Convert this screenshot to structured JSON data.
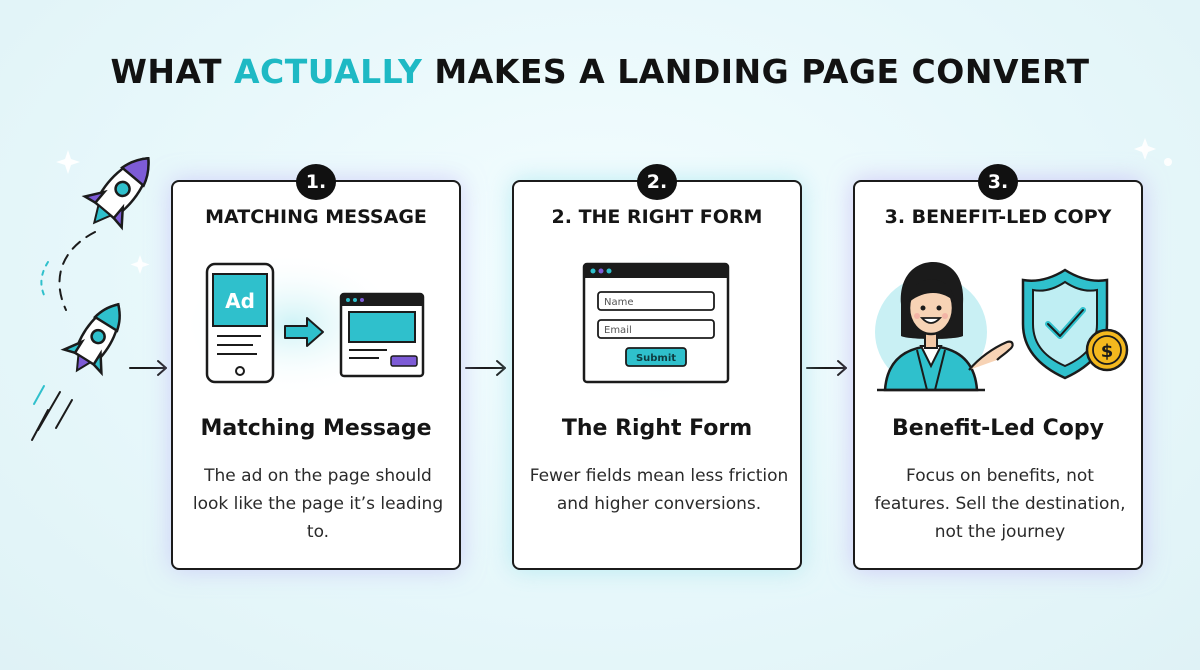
{
  "title": {
    "part1": "WHAT ",
    "accent": "ACTUALLY",
    "part2": " MAKES A LANDING PAGE CONVERT"
  },
  "colors": {
    "accent": "#1eb9c4",
    "teal": "#2fc0cc",
    "purple": "#7d5bd6",
    "dark": "#1b1b1b",
    "coin": "#f4b81e"
  },
  "cards": [
    {
      "badge": "1.",
      "heading": "MATCHING MESSAGE",
      "subtitle": "Matching Message",
      "description": "The ad on the page should look like the page it’s leading to.",
      "ad_label": "Ad"
    },
    {
      "badge": "2.",
      "heading": "2. THE RIGHT FORM",
      "subtitle": "The Right Form",
      "description": "Fewer fields mean less friction and higher conversions.",
      "form": {
        "name_placeholder": "Name",
        "email_placeholder": "Email",
        "submit_label": "Submit"
      }
    },
    {
      "badge": "3.",
      "heading": "3. BENEFIT-LED COPY",
      "subtitle": "Benefit-Led Copy",
      "description": "Focus on benefits, not features. Sell the destination, not the journey",
      "coin_symbol": "$"
    }
  ],
  "icons": [
    "rocket-icon",
    "arrow-right-icon",
    "phone-icon",
    "browser-window-icon",
    "form-window-icon",
    "person-icon",
    "shield-check-icon",
    "coin-icon",
    "sparkle-icon"
  ]
}
